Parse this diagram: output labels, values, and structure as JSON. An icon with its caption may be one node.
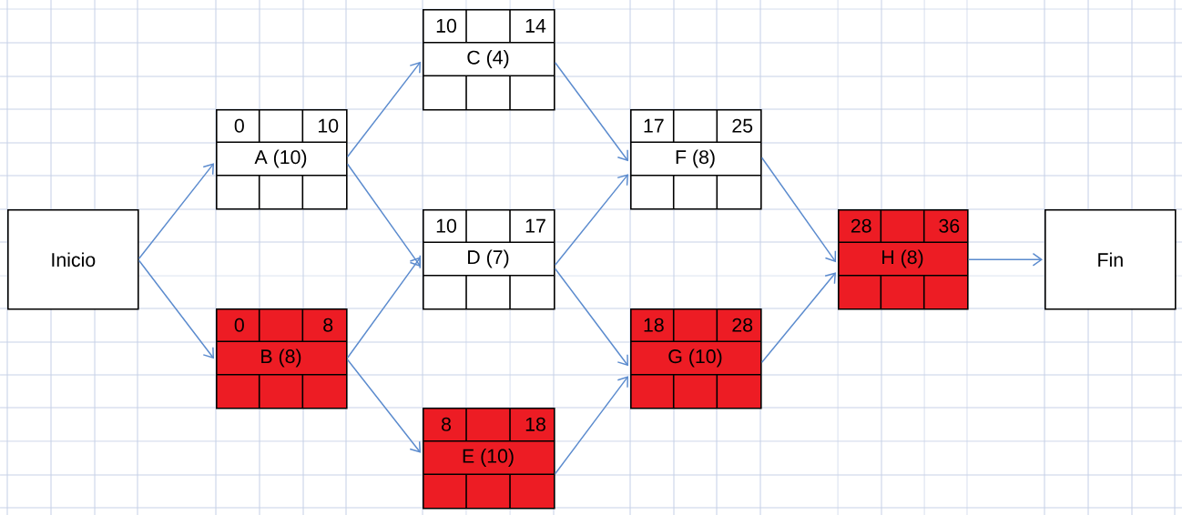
{
  "diagram": {
    "nodes": [
      {
        "text": [
          "Inicio"
        ]
      },
      {
        "text": [
          "0",
          "10",
          "A (10)"
        ]
      },
      {
        "text": [
          "0",
          "8",
          "B (8)"
        ]
      },
      {
        "text": [
          "10",
          "14",
          "C (4)"
        ]
      },
      {
        "text": [
          "10",
          "17",
          "D (7)"
        ]
      },
      {
        "text": [
          "8",
          "18",
          "E (10)"
        ]
      },
      {
        "text": [
          "17",
          "25",
          "F (8)"
        ]
      },
      {
        "text": [
          "18",
          "28",
          "G (10)"
        ]
      },
      {
        "text": [
          "28",
          "36",
          "H (8)"
        ]
      },
      {
        "text": [
          "Fin"
        ]
      }
    ],
    "edges": [
      {
        "from": 0,
        "to": 1,
        "arrow": "to"
      },
      {
        "from": 0,
        "to": 2,
        "arrow": "to"
      },
      {
        "from": 1,
        "to": 3,
        "arrow": "to"
      },
      {
        "from": 1,
        "to": 4,
        "arrow": "to"
      },
      {
        "from": 2,
        "to": 4,
        "arrow": "to"
      },
      {
        "from": 2,
        "to": 5,
        "arrow": "to"
      },
      {
        "from": 3,
        "to": 6,
        "arrow": "to"
      },
      {
        "from": 4,
        "to": 6,
        "arrow": "to"
      },
      {
        "from": 4,
        "to": 7,
        "arrow": "to"
      },
      {
        "from": 5,
        "to": 7,
        "arrow": "to"
      },
      {
        "from": 6,
        "to": 8,
        "arrow": "to"
      },
      {
        "from": 7,
        "to": 8,
        "arrow": "to"
      },
      {
        "from": 8,
        "to": 9,
        "arrow": "to"
      }
    ]
  }
}
